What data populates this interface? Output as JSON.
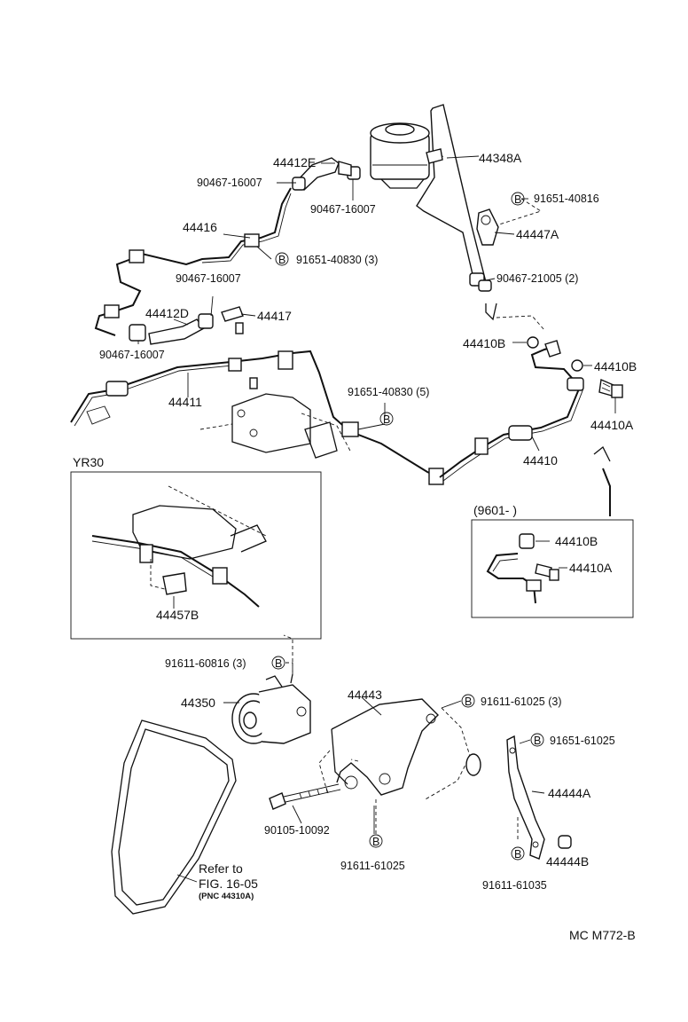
{
  "labels": {
    "p44412E": "44412E",
    "p90467_16007_a": "90467-16007",
    "p90467_16007_b": "90467-16007",
    "p44348A": "44348A",
    "p91651_40816": "91651-40816",
    "p44447A": "44447A",
    "p44416": "44416",
    "p91651_40830_3": "91651-40830 (3)",
    "p90467_21005": "90467-21005 (2)",
    "p90467_16007_c": "90467-16007",
    "p44412D": "44412D",
    "p44417": "44417",
    "p90467_16007_d": "90467-16007",
    "p44410B_a": "44410B",
    "p44410B_b": "44410B",
    "p44411": "44411",
    "p91651_40830_5": "91651-40830 (5)",
    "p44410A": "44410A",
    "p44410": "44410",
    "yr30": "YR30",
    "p44457B": "44457B",
    "date_range": "(9601-          )",
    "p44410B_c": "44410B",
    "p44410A_b": "44410A",
    "p91611_60816": "91611-60816 (3)",
    "p44443": "44443",
    "p91611_61025_3": "91611-61025 (3)",
    "p44350": "44350",
    "p91651_61025": "91651-61025",
    "p44444A": "44444A",
    "p90105_10092": "90105-10092",
    "p91611_61025": "91611-61025",
    "p44444B": "44444B",
    "p91611_61035": "91611-61035",
    "refer_to": "Refer to",
    "fig_ref": "FIG. 16-05",
    "pnc_ref": "(PNC 44310A)",
    "figure_code": "MC  M772-B"
  },
  "markers": {
    "bolt_marker": "B"
  }
}
